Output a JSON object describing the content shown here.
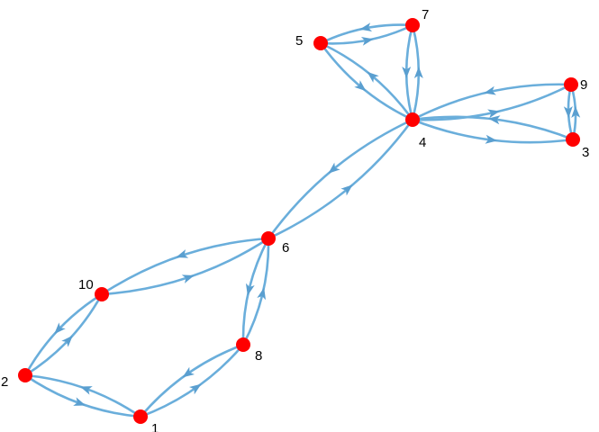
{
  "colors": {
    "edge": "#6aaedb",
    "arrow": "#5a9fd0",
    "node": "#ff0000"
  },
  "nodes": [
    {
      "id": "1",
      "label": "1"
    },
    {
      "id": "2",
      "label": "2"
    },
    {
      "id": "3",
      "label": "3"
    },
    {
      "id": "4",
      "label": "4"
    },
    {
      "id": "5",
      "label": "5"
    },
    {
      "id": "6",
      "label": "6"
    },
    {
      "id": "7",
      "label": "7"
    },
    {
      "id": "8",
      "label": "8"
    },
    {
      "id": "9",
      "label": "9"
    },
    {
      "id": "10",
      "label": "10"
    }
  ],
  "edges": [
    {
      "from": "1",
      "to": "2"
    },
    {
      "from": "2",
      "to": "1"
    },
    {
      "from": "1",
      "to": "8"
    },
    {
      "from": "8",
      "to": "1"
    },
    {
      "from": "2",
      "to": "10"
    },
    {
      "from": "10",
      "to": "2"
    },
    {
      "from": "10",
      "to": "6"
    },
    {
      "from": "6",
      "to": "10"
    },
    {
      "from": "8",
      "to": "6"
    },
    {
      "from": "6",
      "to": "8"
    },
    {
      "from": "6",
      "to": "4"
    },
    {
      "from": "4",
      "to": "6"
    },
    {
      "from": "4",
      "to": "5"
    },
    {
      "from": "5",
      "to": "4"
    },
    {
      "from": "5",
      "to": "7"
    },
    {
      "from": "7",
      "to": "5"
    },
    {
      "from": "4",
      "to": "7"
    },
    {
      "from": "7",
      "to": "4"
    },
    {
      "from": "4",
      "to": "9"
    },
    {
      "from": "9",
      "to": "4"
    },
    {
      "from": "4",
      "to": "3"
    },
    {
      "from": "3",
      "to": "4"
    },
    {
      "from": "9",
      "to": "3"
    },
    {
      "from": "3",
      "to": "9"
    }
  ]
}
